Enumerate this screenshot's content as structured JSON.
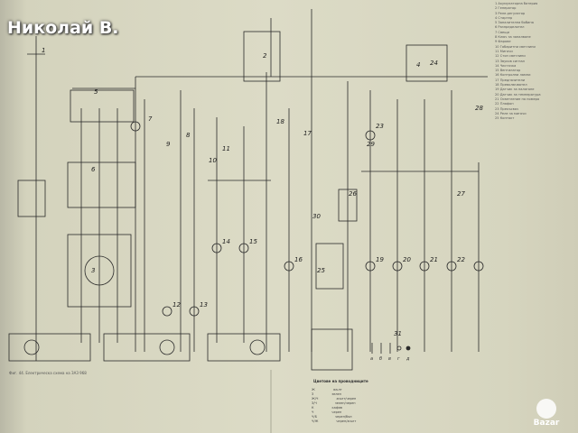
{
  "watermark": "Николай В.",
  "caption": "Фиг. 44. Електрическа схема на ЗАЗ 968",
  "legend": {
    "title": "Цветове на проводниците",
    "rows": [
      [
        "Ж",
        "жълт"
      ],
      [
        "З",
        "зелен"
      ],
      [
        "Ж/Ч",
        "жълт/черен"
      ],
      [
        "З/Ч",
        "зелен/черен"
      ],
      [
        "К",
        "кафяв"
      ],
      [
        "Ч",
        "черен"
      ],
      [
        "Ч/Б",
        "черен/бял"
      ],
      [
        "Ч/Ж",
        "черен/жълт"
      ]
    ]
  },
  "component_numbers": [
    "1",
    "2",
    "3",
    "4",
    "5",
    "6",
    "7",
    "8",
    "9",
    "10",
    "11",
    "12",
    "13",
    "14",
    "15",
    "16",
    "17",
    "18",
    "19",
    "20",
    "21",
    "22",
    "23",
    "24",
    "25",
    "26",
    "27",
    "28",
    "29",
    "30",
    "31"
  ],
  "symbol_labels": [
    "а",
    "б",
    "в",
    "г",
    "д"
  ],
  "right_list_items": [
    "Акумулаторна батерия",
    "Генератор",
    "Реле-регулатор",
    "Стартер",
    "Запалителна бобина",
    "Разпределител",
    "Свещи",
    "Ключ за запалване",
    "Фарове",
    "Габаритни светлини",
    "Мигачи",
    "Стоп светлини",
    "Звуков сигнал",
    "Чистачка",
    "Вентилатор",
    "Контролни лампи",
    "Предпазители",
    "Превключвател",
    "Датчик за налягане",
    "Датчик за температура",
    "Осветление на номера",
    "Плафон",
    "Прекъсвач",
    "Реле за мигачи",
    "Контакт"
  ],
  "logo_text": "Bazar"
}
